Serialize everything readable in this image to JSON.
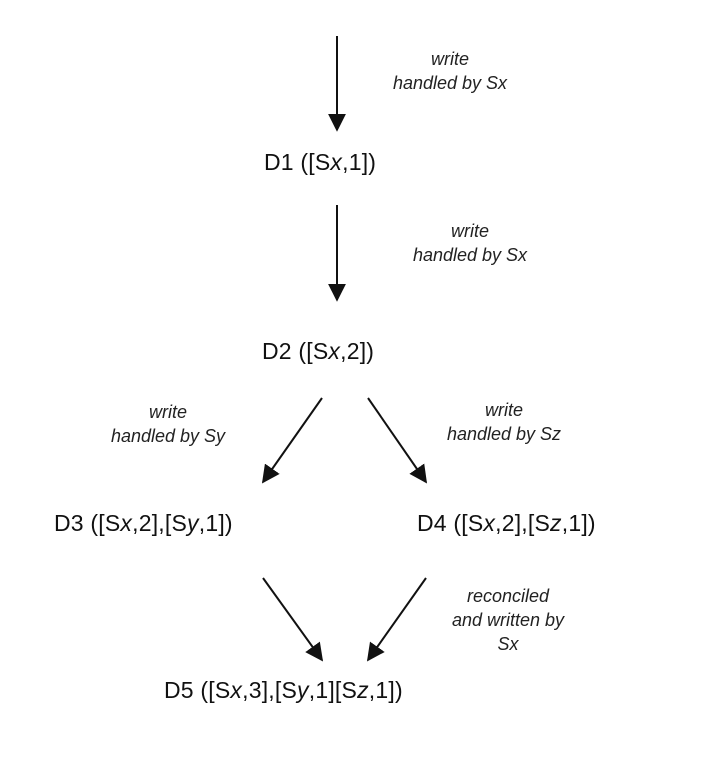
{
  "nodes": {
    "d1": {
      "id": "D1",
      "entries": [
        {
          "server": "S",
          "sub": "x",
          "count": "1"
        }
      ]
    },
    "d2": {
      "id": "D2",
      "entries": [
        {
          "server": "S",
          "sub": "x",
          "count": "2"
        }
      ]
    },
    "d3": {
      "id": "D3",
      "entries": [
        {
          "server": "S",
          "sub": "x",
          "count": "2"
        },
        {
          "server": "S",
          "sub": "y",
          "count": "1"
        }
      ]
    },
    "d4": {
      "id": "D4",
      "entries": [
        {
          "server": "S",
          "sub": "x",
          "count": "2"
        },
        {
          "server": "S",
          "sub": "z",
          "count": "1"
        }
      ]
    },
    "d5": {
      "id": "D5",
      "entries": [
        {
          "server": "S",
          "sub": "x",
          "count": "3"
        },
        {
          "server": "S",
          "sub": "y",
          "count": "1"
        },
        {
          "server": "S",
          "sub": "z",
          "count": "1"
        }
      ],
      "joiners": [
        ",",
        ""
      ]
    }
  },
  "labels": {
    "e1": [
      "write",
      "handled by Sx"
    ],
    "e2": [
      "write",
      "handled by Sx"
    ],
    "e3": [
      "write",
      "handled by Sy"
    ],
    "e4": [
      "write",
      "handled by Sz"
    ],
    "e5": [
      "reconciled",
      "and written by",
      "Sx"
    ]
  },
  "colors": {
    "line": "#111111",
    "text": "#111111"
  }
}
